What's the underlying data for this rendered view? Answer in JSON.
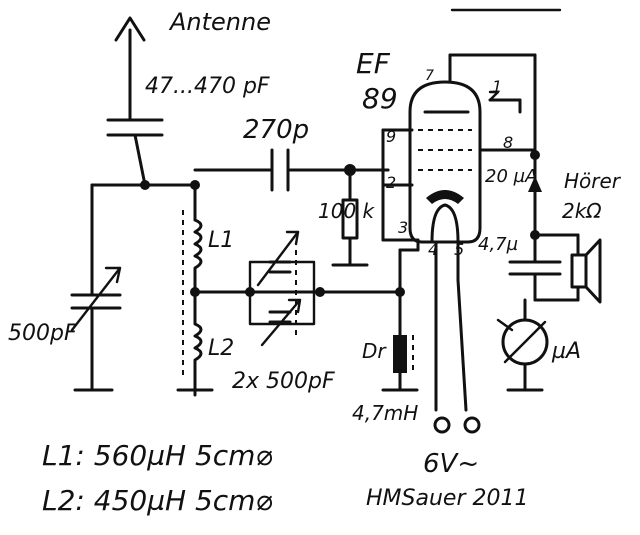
{
  "schematic": {
    "antenna_label": "Antenne",
    "antenna_cap_label": "47...470 pF",
    "coupling_cap_label": "270p",
    "tuning_cap_label": "500pF",
    "coil1_label": "L1",
    "coil2_label": "L2",
    "dual_cap_label": "2x 500pF",
    "resistor_label": "100 k",
    "choke_label": "Dr",
    "choke_value_label": "4,7mH",
    "tube_name_line1": "EF",
    "tube_name_line2": "89",
    "pin_labels": [
      "7",
      "1",
      "9",
      "8",
      "2",
      "3",
      "4",
      "5"
    ],
    "bypass_cap_label": "4,7µ",
    "meter_range_label": "20 µA",
    "headphone_label_line1": "Hörer",
    "headphone_label_line2": "2kΩ",
    "meter_label": "µA",
    "heater_supply_label": "6V~",
    "author_label": "HMSauer 2011",
    "coil_spec_l1": "L1: 560µH   5cm⌀",
    "coil_spec_l2": "L2: 450µH   5cm⌀"
  }
}
